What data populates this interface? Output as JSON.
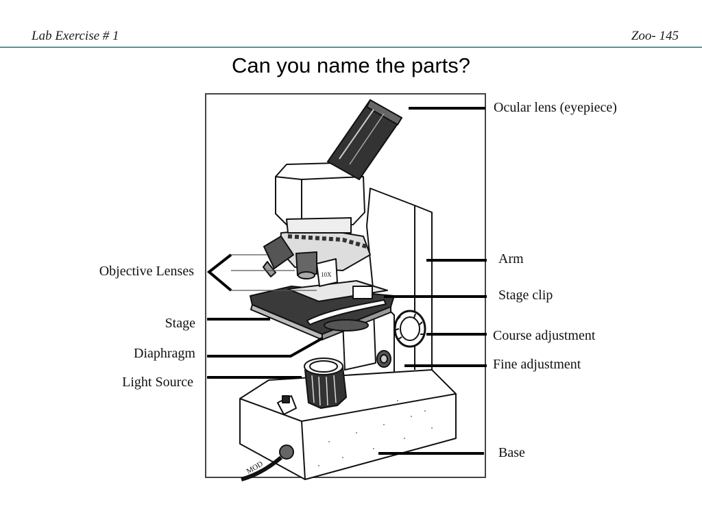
{
  "header": {
    "left": "Lab Exercise # 1",
    "right": "Zoo- 145",
    "rule_color": "#4a9a96"
  },
  "title": "Can you name the parts?",
  "labels": {
    "ocular_lens": "Ocular lens (eyepiece)",
    "arm": "Arm",
    "stage_clip": "Stage clip",
    "course_adjustment": "Course adjustment",
    "fine_adjustment": "Fine adjustment",
    "base": "Base",
    "objective_lenses": "Objective Lenses",
    "stage": "Stage",
    "diaphragm": "Diaphragm",
    "light_source": "Light Source"
  },
  "illustration": {
    "subject": "compound-microscope",
    "objective_markings": [
      "10X"
    ],
    "cord_marking": "MOD"
  }
}
